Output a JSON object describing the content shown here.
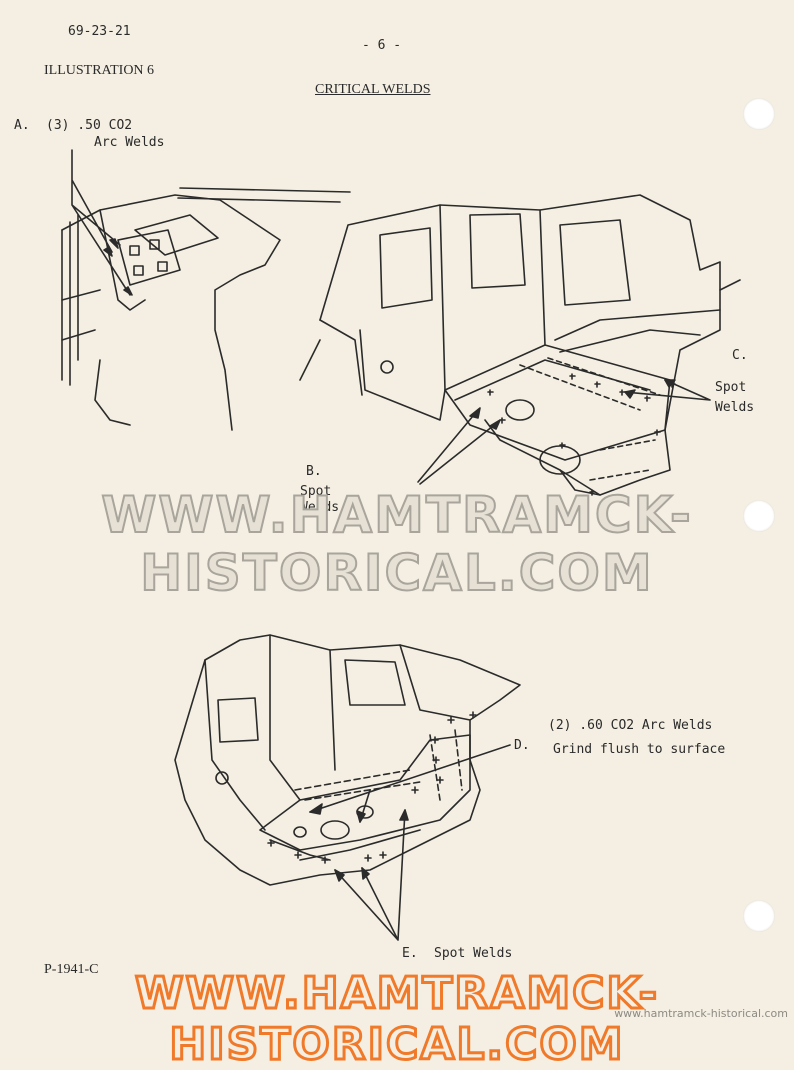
{
  "header": {
    "doc_number": "69-23-21",
    "page_number": "- 6 -",
    "illustration": "ILLUSTRATION 6",
    "title": "CRITICAL WELDS"
  },
  "callouts": {
    "a_label": "A.",
    "a_line1": "(3) .50 CO2",
    "a_line2": "Arc Welds",
    "b_label": "B.",
    "b_line1": "Spot",
    "b_line2": "Welds",
    "c_label": "C.",
    "c_line1": "Spot",
    "c_line2": "Welds",
    "d_line1": "(2) .60 CO2 Arc Welds",
    "d_label": "D.",
    "d_line2": "Grind flush to surface",
    "e_label": "E.",
    "e_text": "Spot Welds"
  },
  "footer": {
    "part_number": "P-1941-C"
  },
  "watermark": {
    "main": "WWW.HAMTRAMCK-HISTORICAL.COM",
    "footer": "WWW.HAMTRAMCK-HISTORICAL.COM",
    "small": "www.hamtramck-historical.com"
  }
}
